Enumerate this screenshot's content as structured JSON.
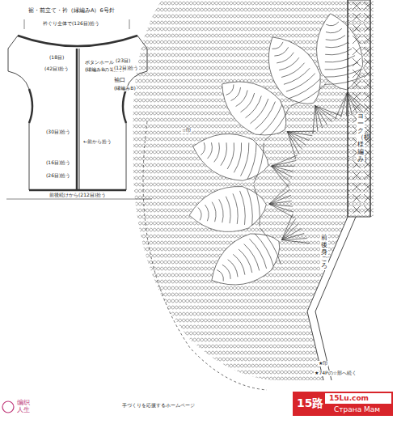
{
  "diagram": {
    "labels": [
      "裾・前立て・衿（縁編みA）6号針",
      "衿ぐり全体で(126目)拾う",
      "(18目)",
      "(42目)拾う",
      "ボタンホール",
      "(縁編みBの1段め)",
      "(23目)",
      "(12目)拾う",
      "袖口",
      "(縁編みB)",
      "(30目)拾う",
      "←前から拾う",
      "(16目)拾う",
      "(26目)拾う",
      "前後続けから(212目)拾う",
      "ヨーク（模様編み）",
      "前後身ごろ",
      "☆印",
      "★印",
      "★74Pの☆部へ続く",
      "手づくりを応援するホームページ",
      "15路",
      "15Lu.com",
      "Страна Мам",
      "编织人生"
    ]
  }
}
